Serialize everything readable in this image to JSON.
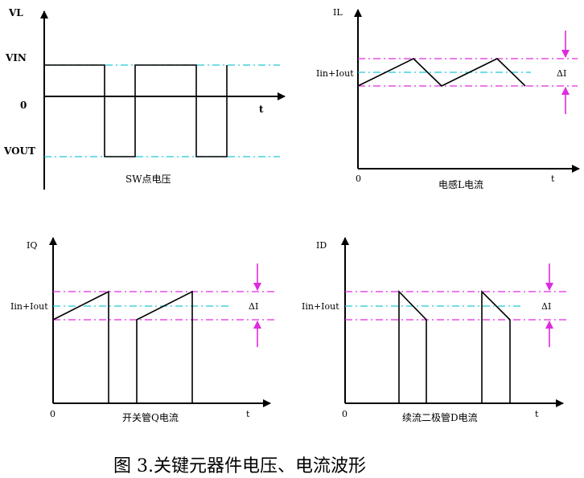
{
  "panel_sw": {
    "y_axis": "VL",
    "level_high": "VIN",
    "level_zero": "0",
    "level_low": "VOUT",
    "x_axis": "t",
    "caption": "SW点电压"
  },
  "panel_il": {
    "y_axis": "IL",
    "level_mid": "Iin+Iout",
    "delta": "ΔI",
    "origin": "0",
    "x_axis": "t",
    "caption": "电感L电流"
  },
  "panel_iq": {
    "y_axis": "IQ",
    "level_mid": "Iin+Iout",
    "delta": "ΔI",
    "origin": "0",
    "x_axis": "t",
    "caption": "开关管Q电流"
  },
  "panel_id": {
    "y_axis": "ID",
    "level_mid": "Iin+Iout",
    "delta": "ΔI",
    "origin": "0",
    "x_axis": "t",
    "caption": "续流二极管D电流"
  },
  "figure_caption": "图 3.关键元器件电压、电流波形",
  "colors": {
    "reference_line": "#22c7d6",
    "ripple_marker": "#e02ae0",
    "waveform": "#000000"
  }
}
